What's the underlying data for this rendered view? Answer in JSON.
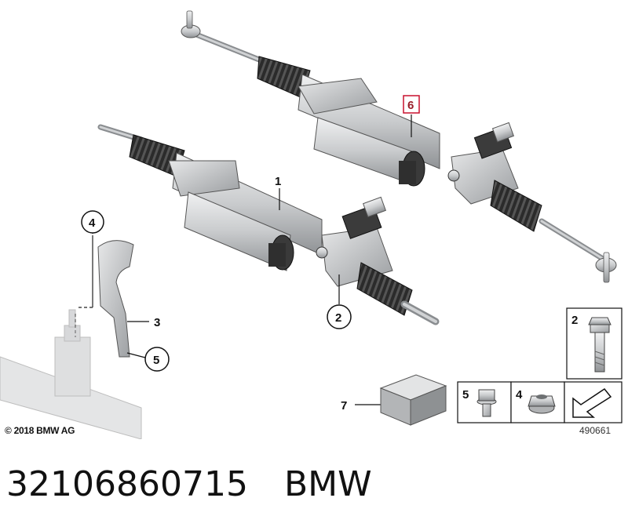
{
  "callouts": [
    {
      "id": "1",
      "label": "1"
    },
    {
      "id": "2",
      "label": "2"
    },
    {
      "id": "3",
      "label": "3"
    },
    {
      "id": "4",
      "label": "4"
    },
    {
      "id": "5",
      "label": "5"
    },
    {
      "id": "6",
      "label": "6",
      "highlighted": true
    },
    {
      "id": "7",
      "label": "7"
    }
  ],
  "parts_boxes": [
    {
      "id": "2",
      "label": "2",
      "icon": "bolt-icon"
    },
    {
      "id": "5",
      "label": "5",
      "icon": "flange-bolt-icon"
    },
    {
      "id": "4",
      "label": "4",
      "icon": "flange-nut-icon"
    },
    {
      "id": "arrow",
      "icon": "arrow-icon"
    }
  ],
  "copyright": "© 2018 BMW AG",
  "catalog_number": "490661",
  "caption": {
    "part_number": "32106860715",
    "brand": "BMW"
  },
  "colors": {
    "highlight": "#c8102e",
    "housing": "#d4d6d8",
    "boot": "#2a2a2a"
  }
}
